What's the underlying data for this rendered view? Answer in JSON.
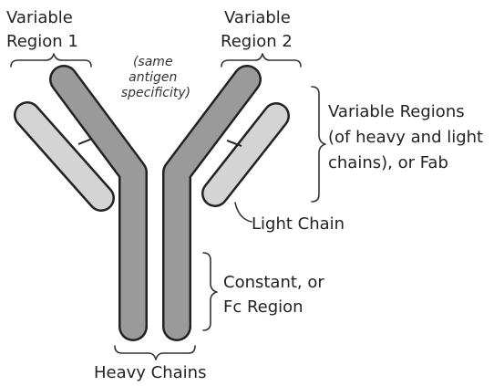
{
  "labels": {
    "variable_region_1": [
      "Variable",
      "Region 1"
    ],
    "variable_region_2": [
      "Variable",
      "Region 2"
    ],
    "same_specificity": [
      "(same",
      "antigen",
      "specificity)"
    ],
    "variable_regions": [
      "Variable Regions",
      "(of heavy and light",
      "chains), or Fab"
    ],
    "light_chain": "Light Chain",
    "constant_region": [
      "Constant, or",
      "Fc Region"
    ],
    "heavy_chains": "Heavy Chains"
  },
  "colors": {
    "heavy_chain_fill": "#9a9a9a",
    "light_chain_fill": "#d4d4d4",
    "outline": "#222222",
    "text": "#222222"
  }
}
